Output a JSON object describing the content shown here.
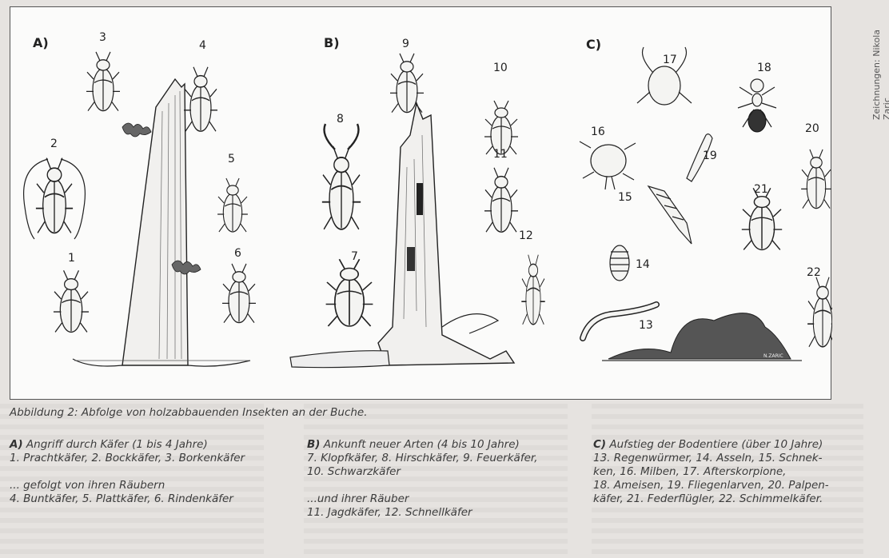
{
  "figure": {
    "panel_labels": [
      "A)",
      "B)",
      "C)"
    ],
    "numbers": [
      "1",
      "2",
      "3",
      "4",
      "5",
      "6",
      "7",
      "8",
      "9",
      "10",
      "11",
      "12",
      "13",
      "14",
      "15",
      "16",
      "17",
      "18",
      "19",
      "20",
      "21",
      "22"
    ],
    "artist_signature": "N.ZARIC"
  },
  "credit": "Zeichnungen: Nikola Zaric",
  "caption": {
    "title": "Abbildung 2: Abfolge von holzabbauenden Insekten an der Buche.",
    "col_a": {
      "heading_prefix": "A)",
      "heading": " Angriff durch Käfer (1 bis 4 Jahre)",
      "line1": "1. Prachtkäfer, 2. Bockkäfer, 3. Borkenkäfer",
      "line2": "... gefolgt von ihren Räubern",
      "line3": "4. Buntkäfer, 5. Plattkäfer, 6. Rindenkäfer"
    },
    "col_b": {
      "heading_prefix": "B)",
      "heading": " Ankunft neuer Arten (4 bis 10 Jahre)",
      "line1": "7. Klopfkäfer, 8. Hirschkäfer, 9. Feuerkäfer,",
      "line2": "10. Schwarzkäfer",
      "line3": "...und ihrer Räuber",
      "line4": "11. Jagdkäfer, 12. Schnellkäfer"
    },
    "col_c": {
      "heading_prefix": "C)",
      "heading": " Aufstieg der Bodentiere (über 10 Jahre)",
      "line1": "13. Regenwürmer, 14. Asseln, 15. Schnek-",
      "line2": "ken, 16. Milben, 17. Afterskorpione,",
      "line3": "18. Ameisen, 19. Fliegenlarven, 20. Palpen-",
      "line4": "käfer, 21. Federflügler, 22. Schimmelkäfer."
    }
  }
}
